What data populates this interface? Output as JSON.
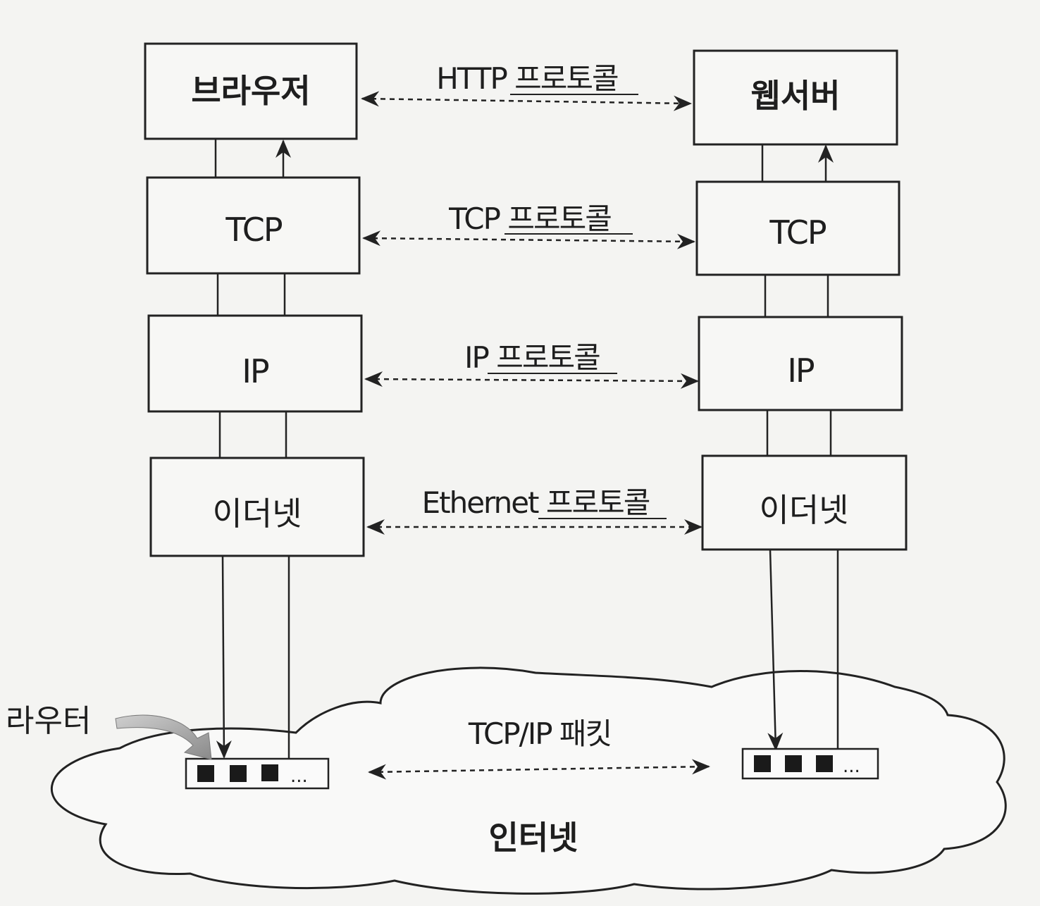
{
  "left_stack": {
    "browser": "브라우저",
    "tcp": "TCP",
    "ip": "IP",
    "ethernet": "이더넷"
  },
  "right_stack": {
    "web_server": "웹서버",
    "tcp": "TCP",
    "ip": "IP",
    "ethernet": "이더넷"
  },
  "protocols": {
    "http": {
      "name": "HTTP",
      "suffix": "프로토콜"
    },
    "tcp": {
      "name": "TCP",
      "suffix": "프로토콜"
    },
    "ip": {
      "name": "IP",
      "suffix": "프로토콜"
    },
    "ethernet": {
      "name": "Ethernet",
      "suffix": "프로토콜"
    }
  },
  "internet": {
    "label": "인터넷",
    "packet_label": "TCP/IP 패킷",
    "router_label": "라우터",
    "router_ellipsis": "..."
  },
  "colors": {
    "line": "#222222",
    "background": "#f4f4f2",
    "port": "#1a1a1a"
  }
}
